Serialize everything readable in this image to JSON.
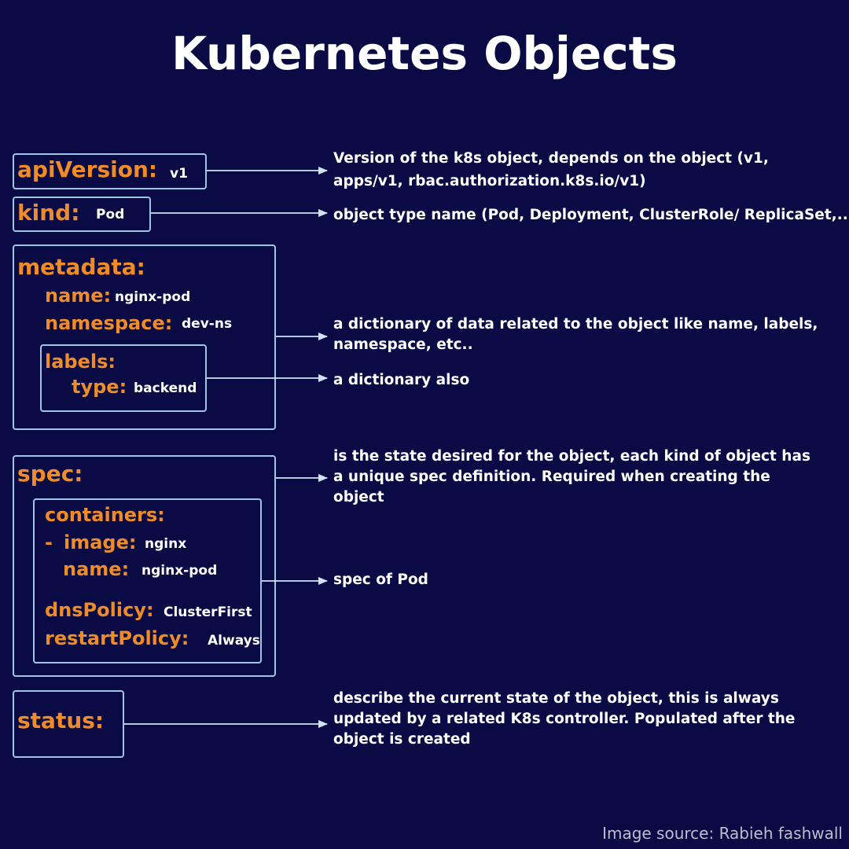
{
  "title": "Kubernetes Objects",
  "fields": {
    "apiVersion": {
      "key": "apiVersion:",
      "value": "v1"
    },
    "kind": {
      "key": "kind:",
      "value": "Pod"
    },
    "metadata": {
      "key": "metadata:",
      "name_key": "name:",
      "name_value": "nginx-pod",
      "namespace_key": "namespace:",
      "namespace_value": "dev-ns",
      "labels_key": "labels:",
      "type_key": "type:",
      "type_value": "backend"
    },
    "spec": {
      "key": "spec:",
      "containers_key": "containers:",
      "dash": "-",
      "image_key": "image:",
      "image_value": "nginx",
      "name_key": "name:",
      "name_value": "nginx-pod",
      "dnsPolicy_key": "dnsPolicy:",
      "dnsPolicy_value": "ClusterFirst",
      "restartPolicy_key": "restartPolicy:",
      "restartPolicy_value": "Always"
    },
    "status": {
      "key": "status:"
    }
  },
  "descriptions": {
    "apiVersion": [
      "Version of the k8s object, depends on the object (v1,",
      "apps/v1, rbac.authorization.k8s.io/v1)"
    ],
    "kind": [
      "object type name (Pod, Deployment, ClusterRole/ ReplicaSet,...)"
    ],
    "metadata": [
      "a dictionary of data related to the object like name, labels,",
      "namespace, etc.."
    ],
    "labels": [
      "a dictionary also"
    ],
    "spec": [
      "is the state desired for the object, each kind of object has",
      "a unique spec definition. Required when creating the",
      "object"
    ],
    "spec_pod": [
      "spec of Pod"
    ],
    "status": [
      "describe the current state of the object, this is always",
      "updated by a related  K8s controller. Populated after the",
      "object is created"
    ]
  },
  "source": "Image source: Rabieh fashwall",
  "colors": {
    "background": "#0a0a45",
    "key": "#ef8c27",
    "border": "#9fc6e4",
    "text": "#ffffff"
  }
}
